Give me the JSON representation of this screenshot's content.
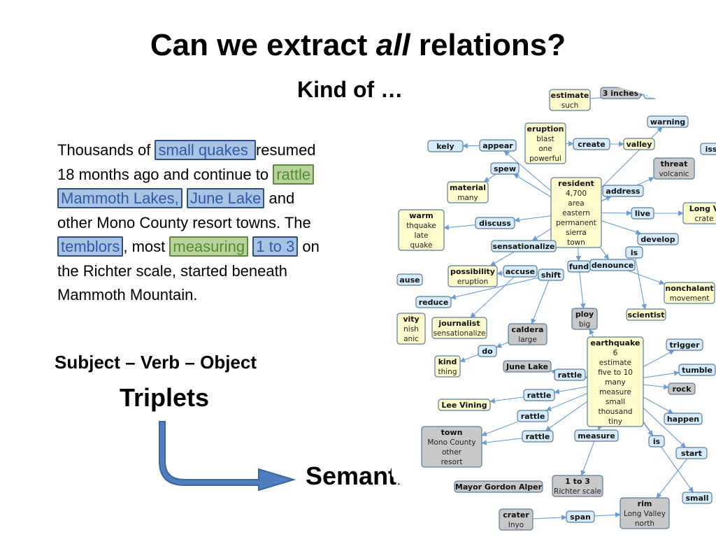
{
  "slide": {
    "title_pre": "Can we extract ",
    "title_em": "all",
    "title_post": " relations?",
    "subtitle": "Kind of …",
    "paragraph": [
      {
        "t": "Thousands of "
      },
      {
        "t": "small quakes ",
        "hl": "noun"
      },
      {
        "t": " resumed 18 months ago and continue to "
      },
      {
        "t": "rattle",
        "hl": "verb"
      },
      {
        "t": " "
      },
      {
        "t": "Mammoth Lakes,",
        "hl": "noun"
      },
      {
        "t": " "
      },
      {
        "t": "June Lake",
        "hl": "noun"
      },
      {
        "t": " and other Mono County resort towns. The "
      },
      {
        "t": "temblors",
        "hl": "noun"
      },
      {
        "t": ", most "
      },
      {
        "t": "measuring",
        "hl": "verb"
      },
      {
        "t": " "
      },
      {
        "t": "1 to 3",
        "hl": "noun"
      },
      {
        "t": " on the Richter scale, started beneath Mammoth Mountain."
      }
    ],
    "svo": "Subject – Verb – Object",
    "triplets": "Triplets",
    "semantic": "Semantic Graph"
  },
  "colors": {
    "verb_fill": "#d6ebfb",
    "entity_fill": "#fdfbcc",
    "grey_fill": "#c8c8c8",
    "noun_hl": "#a9c3e3",
    "verb_hl": "#b9d29e",
    "arrow": "#4f7fbf"
  },
  "graph": {
    "nodes": [
      {
        "id": "estimate_such",
        "title": "estimate",
        "attrs": [
          "such"
        ],
        "kind": "entity"
      },
      {
        "id": "n3inches",
        "title": "3 inches",
        "attrs": [],
        "kind": "grey"
      },
      {
        "id": "include",
        "title": "include",
        "attrs": [],
        "kind": "verb"
      },
      {
        "id": "y1979",
        "title": "1979",
        "attrs": [],
        "kind": "grey"
      },
      {
        "id": "warning",
        "title": "warning",
        "attrs": [],
        "kind": "verb"
      },
      {
        "id": "likely",
        "title": "kely",
        "attrs": [],
        "kind": "verb"
      },
      {
        "id": "appear",
        "title": "appear",
        "attrs": [],
        "kind": "verb"
      },
      {
        "id": "eruption",
        "title": "eruption",
        "attrs": [
          "blast",
          "one",
          "powerful"
        ],
        "kind": "entity"
      },
      {
        "id": "create",
        "title": "create",
        "attrs": [],
        "kind": "verb"
      },
      {
        "id": "valley",
        "title": "valley",
        "attrs": [],
        "kind": "entity"
      },
      {
        "id": "iss",
        "title": "iss",
        "attrs": [],
        "kind": "verb"
      },
      {
        "id": "threat",
        "title": "threat",
        "attrs": [
          "volcanic"
        ],
        "kind": "grey"
      },
      {
        "id": "spew",
        "title": "spew",
        "attrs": [],
        "kind": "verb"
      },
      {
        "id": "material",
        "title": "material",
        "attrs": [
          "many"
        ],
        "kind": "entity"
      },
      {
        "id": "resident",
        "title": "resident",
        "attrs": [
          "4,700",
          "area",
          "eastern",
          "permanent",
          "sierra",
          "town"
        ],
        "kind": "entity"
      },
      {
        "id": "address",
        "title": "address",
        "attrs": [],
        "kind": "verb"
      },
      {
        "id": "longv",
        "title": "Long V",
        "attrs": [
          "crate"
        ],
        "kind": "entity"
      },
      {
        "id": "warm",
        "title": "warm",
        "attrs": [
          "thquake",
          "late",
          "quake"
        ],
        "kind": "entity"
      },
      {
        "id": "discuss",
        "title": "discuss",
        "attrs": [],
        "kind": "verb"
      },
      {
        "id": "live",
        "title": "live",
        "attrs": [],
        "kind": "verb"
      },
      {
        "id": "sensationalize",
        "title": "sensationalize",
        "attrs": [],
        "kind": "verb"
      },
      {
        "id": "develop",
        "title": "develop",
        "attrs": [],
        "kind": "verb"
      },
      {
        "id": "is1",
        "title": "is",
        "attrs": [],
        "kind": "verb"
      },
      {
        "id": "possibility",
        "title": "possibility",
        "attrs": [
          "eruption"
        ],
        "kind": "entity"
      },
      {
        "id": "accuse",
        "title": "accuse",
        "attrs": [],
        "kind": "verb"
      },
      {
        "id": "shift",
        "title": "shift",
        "attrs": [],
        "kind": "verb"
      },
      {
        "id": "fund",
        "title": "fund",
        "attrs": [],
        "kind": "verb"
      },
      {
        "id": "denounce",
        "title": "denounce",
        "attrs": [],
        "kind": "verb"
      },
      {
        "id": "ause",
        "title": "ause",
        "attrs": [],
        "kind": "verb"
      },
      {
        "id": "nonchalant",
        "title": "nonchalant",
        "attrs": [
          "movement"
        ],
        "kind": "entity"
      },
      {
        "id": "reduce",
        "title": "reduce",
        "attrs": [],
        "kind": "verb"
      },
      {
        "id": "ploy",
        "title": "ploy",
        "attrs": [
          "big"
        ],
        "kind": "grey"
      },
      {
        "id": "scientist",
        "title": "scientist",
        "attrs": [],
        "kind": "entity"
      },
      {
        "id": "vity",
        "title": "vity",
        "attrs": [
          "nish",
          "anic"
        ],
        "kind": "entity"
      },
      {
        "id": "journalist",
        "title": "journalist",
        "attrs": [
          "sensationalize"
        ],
        "kind": "entity"
      },
      {
        "id": "caldera",
        "title": "caldera",
        "attrs": [
          "large"
        ],
        "kind": "grey"
      },
      {
        "id": "earthquake",
        "title": "earthquake",
        "attrs": [
          "6",
          "estimate",
          "five to 10",
          "many",
          "measure",
          "small",
          "thousand",
          "tiny"
        ],
        "kind": "entity"
      },
      {
        "id": "trigger",
        "title": "trigger",
        "attrs": [],
        "kind": "verb"
      },
      {
        "id": "do",
        "title": "do",
        "attrs": [],
        "kind": "verb"
      },
      {
        "id": "kind",
        "title": "kind",
        "attrs": [
          "thing"
        ],
        "kind": "entity"
      },
      {
        "id": "junelake",
        "title": "June Lake",
        "attrs": [],
        "kind": "grey"
      },
      {
        "id": "rattle1",
        "title": "rattle",
        "attrs": [],
        "kind": "verb"
      },
      {
        "id": "tumble",
        "title": "tumble",
        "attrs": [],
        "kind": "verb"
      },
      {
        "id": "rock",
        "title": "rock",
        "attrs": [],
        "kind": "grey"
      },
      {
        "id": "leevining",
        "title": "Lee Vining",
        "attrs": [],
        "kind": "entity"
      },
      {
        "id": "rattle2",
        "title": "rattle",
        "attrs": [],
        "kind": "verb"
      },
      {
        "id": "rattle3",
        "title": "rattle",
        "attrs": [],
        "kind": "verb"
      },
      {
        "id": "happen",
        "title": "happen",
        "attrs": [],
        "kind": "verb"
      },
      {
        "id": "town",
        "title": "town",
        "attrs": [
          "Mono County",
          "other",
          "resort"
        ],
        "kind": "grey"
      },
      {
        "id": "rattle4",
        "title": "rattle",
        "attrs": [],
        "kind": "verb"
      },
      {
        "id": "measure",
        "title": "measure",
        "attrs": [],
        "kind": "verb"
      },
      {
        "id": "is2",
        "title": "is",
        "attrs": [],
        "kind": "verb"
      },
      {
        "id": "start",
        "title": "start",
        "attrs": [],
        "kind": "verb"
      },
      {
        "id": "mayor",
        "title": "Mayor Gordon Alper",
        "attrs": [],
        "kind": "grey"
      },
      {
        "id": "onetothree",
        "title": "1 to 3",
        "attrs": [
          "Richter scale"
        ],
        "kind": "grey"
      },
      {
        "id": "small",
        "title": "small",
        "attrs": [],
        "kind": "verb"
      },
      {
        "id": "rim",
        "title": "rim",
        "attrs": [
          "Long Valley",
          "north"
        ],
        "kind": "grey"
      },
      {
        "id": "crater",
        "title": "crater",
        "attrs": [
          "Inyo"
        ],
        "kind": "grey"
      },
      {
        "id": "span",
        "title": "span",
        "attrs": [],
        "kind": "verb"
      },
      {
        "id": "m",
        "title": "M",
        "attrs": [],
        "kind": "grey"
      }
    ]
  }
}
